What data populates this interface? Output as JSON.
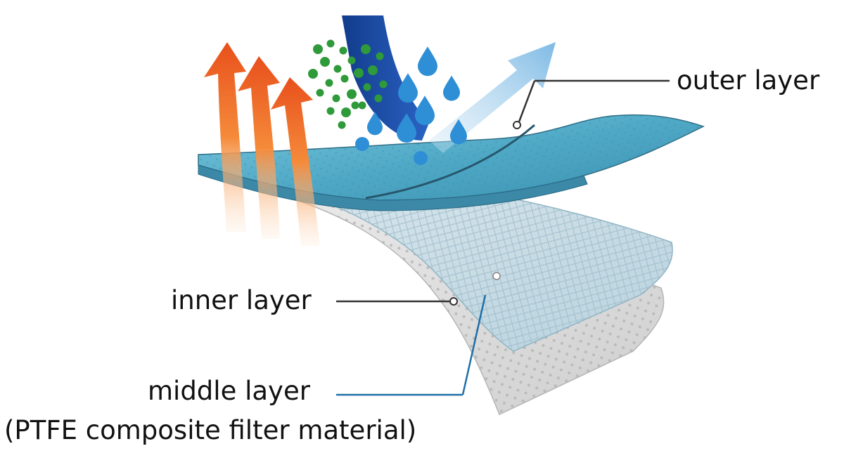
{
  "labels": {
    "outer": "outer layer",
    "inner": "inner layer",
    "middle": "middle layer",
    "middle_sub": "(PTFE composite filter material)"
  },
  "colors": {
    "outer_layer": "#5fb6d1",
    "outer_layer_edge": "#2f6e86",
    "middle_layer": "#c9dde6",
    "inner_layer": "#dcdcdc",
    "heat_arrow": "#f07a2a",
    "particle": "#2f9a3a",
    "water_drop": "#2e8fd6",
    "pointer_outer": "#333333",
    "pointer_middle": "#1f6fa8"
  },
  "icons": [
    "heat-arrow-icon",
    "particle-icon",
    "water-drop-icon",
    "vapor-arrow-icon"
  ]
}
